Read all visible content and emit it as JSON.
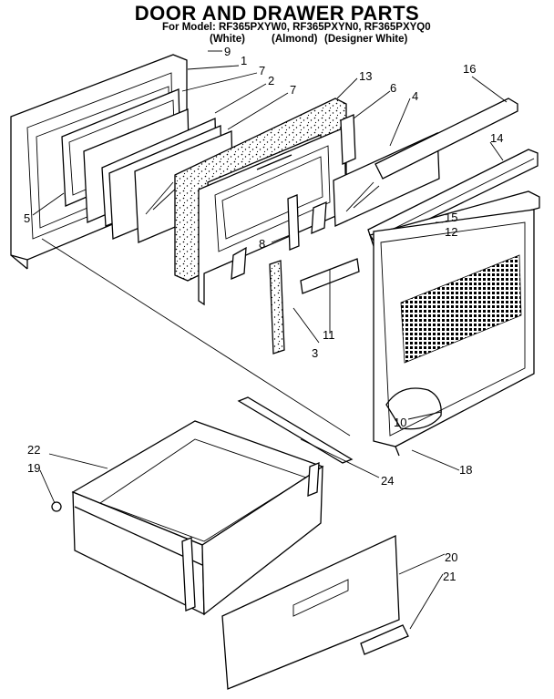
{
  "title": "DOOR AND DRAWER PARTS",
  "models": "For Model: RF365PXYW0, RF365PXYN0, RF365PXYQ0",
  "variants": [
    "(White)",
    "(Almond)",
    "(Designer White)"
  ],
  "callouts": [
    "9",
    "1",
    "7",
    "2",
    "7",
    "13",
    "6",
    "4",
    "16",
    "14",
    "5",
    "15",
    "12",
    "8",
    "11",
    "3",
    "10",
    "18",
    "22",
    "19",
    "24",
    "20",
    "21"
  ]
}
